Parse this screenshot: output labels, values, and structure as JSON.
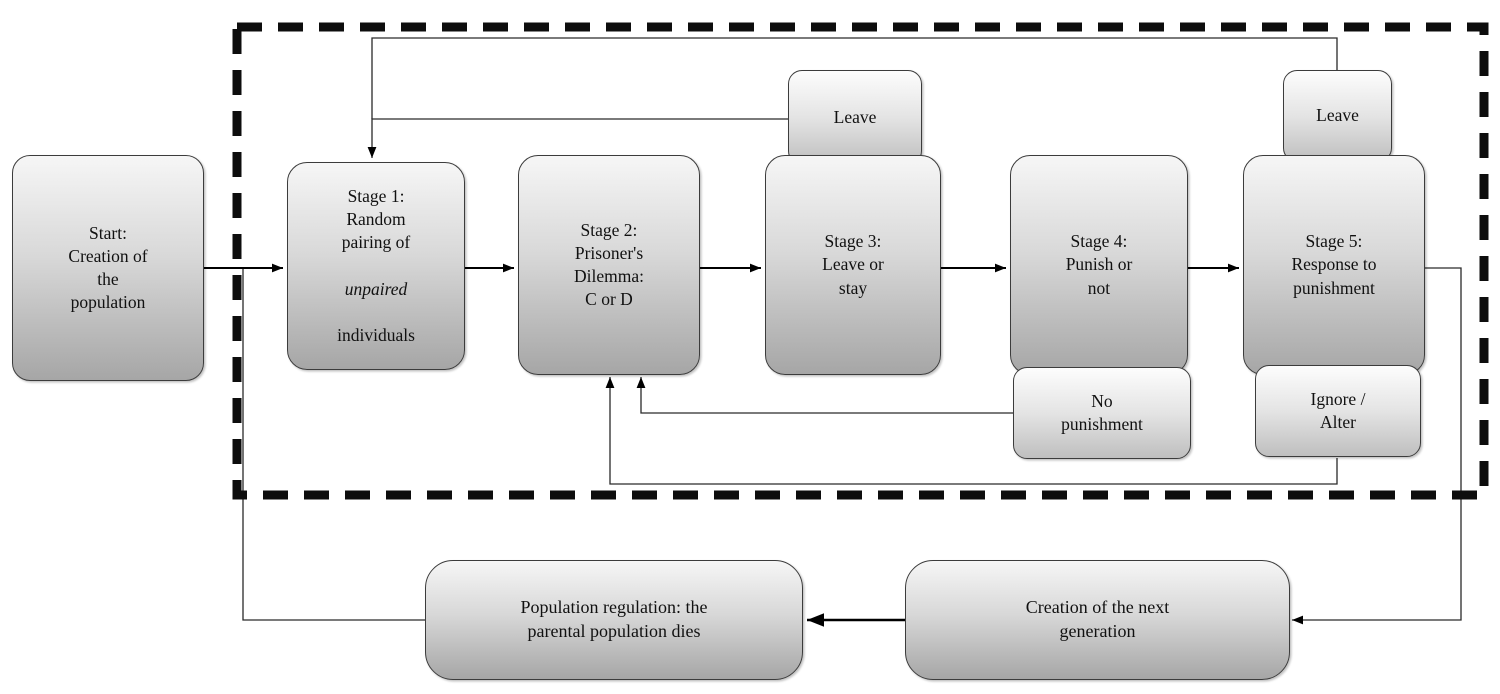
{
  "diagram": {
    "nodes": {
      "start": {
        "lines": [
          "Start:",
          "Creation of",
          "the",
          "population"
        ]
      },
      "stage1": {
        "lines_before": [
          "Stage 1:",
          "Random",
          "pairing of"
        ],
        "italic_word": "unpaired",
        "line_after": "individuals"
      },
      "stage2": {
        "lines": [
          "Stage 2:",
          "Prisoner's",
          "Dilemma:",
          "C or D"
        ]
      },
      "stage3": {
        "lines": [
          "Stage 3:",
          "Leave or",
          "stay"
        ]
      },
      "stage4": {
        "lines": [
          "Stage 4:",
          "Punish or",
          "not"
        ]
      },
      "stage5": {
        "lines": [
          "Stage 5:",
          "Response to",
          "punishment"
        ]
      },
      "leave_after_stage3": {
        "label": "Leave"
      },
      "leave_after_stage5": {
        "label": "Leave"
      },
      "no_punishment": {
        "lines": [
          "No",
          "punishment"
        ]
      },
      "ignore_alter": {
        "lines": [
          "Ignore /",
          "Alter"
        ]
      },
      "population_regulation": {
        "lines": [
          "Population regulation: the",
          "parental population dies"
        ]
      },
      "next_generation": {
        "lines": [
          "Creation of the next",
          "generation"
        ]
      }
    },
    "edges": [
      {
        "from": "start",
        "to": "stage1"
      },
      {
        "from": "stage1",
        "to": "stage2"
      },
      {
        "from": "stage2",
        "to": "stage3"
      },
      {
        "from": "stage3",
        "to": "stage4"
      },
      {
        "from": "stage4",
        "to": "stage5"
      },
      {
        "from": "leave_after_stage3",
        "to": "stage1"
      },
      {
        "from": "leave_after_stage5",
        "to": "stage1"
      },
      {
        "from": "no_punishment",
        "to": "stage2"
      },
      {
        "from": "ignore_alter",
        "to": "stage2"
      },
      {
        "from": "stage5",
        "to": "next_generation"
      },
      {
        "from": "next_generation",
        "to": "population_regulation"
      },
      {
        "from": "population_regulation",
        "to": "stage1"
      }
    ],
    "colors": {
      "node_fill_top": "#f6f6f6",
      "node_fill_bottom": "#a6a6a6",
      "node_border": "#3c3c3c",
      "line": "#000000",
      "dashed_boundary": "#0d0d0d",
      "background": "#ffffff"
    }
  }
}
